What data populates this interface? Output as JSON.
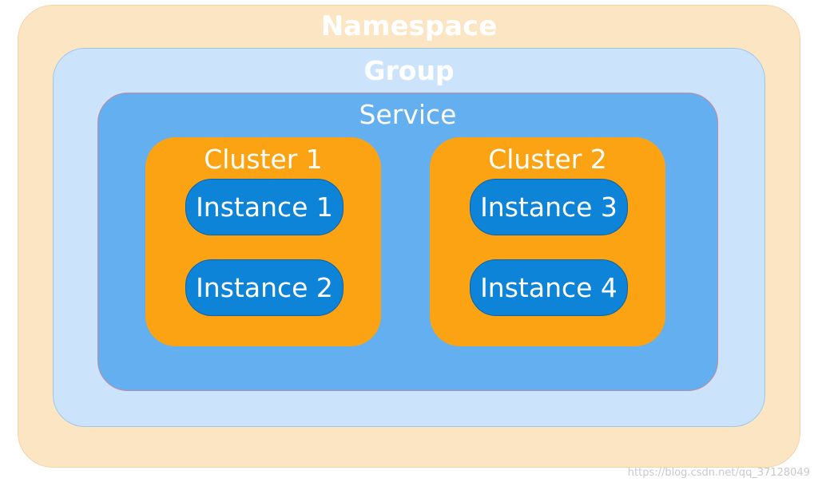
{
  "diagram": {
    "namespace": "Namespace",
    "group": "Group",
    "service": "Service",
    "clusters": [
      {
        "label": "Cluster 1",
        "instances": [
          "Instance 1",
          "Instance 2"
        ]
      },
      {
        "label": "Cluster 2",
        "instances": [
          "Instance 3",
          "Instance 4"
        ]
      }
    ]
  },
  "watermark": "https://blog.csdn.net/qq_37128049",
  "colors": {
    "namespace_fill": "#fce5c3",
    "group_fill": "#cce4fb",
    "service_fill": "#64aff0",
    "cluster_fill": "#fba313",
    "instance_fill": "#0e84d9",
    "text": "#ffffff"
  }
}
